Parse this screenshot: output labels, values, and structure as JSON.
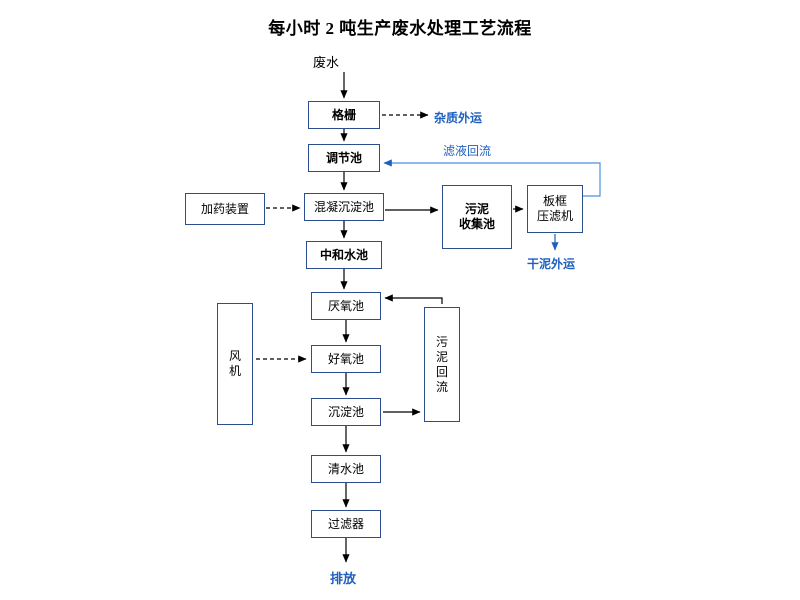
{
  "title": "每小时 2 吨生产废水处理工艺流程",
  "nodes": {
    "inflow": "废水",
    "grid": "格栅",
    "regulating_tank": "调节池",
    "dosing_device": "加药装置",
    "coagulation_sedimentation": "混凝沉淀池",
    "sludge_collection": "污泥\n收集池",
    "plate_filter_press": "板框\n压滤机",
    "neutralization_tank": "中和水池",
    "anaerobic_tank": "厌氧池",
    "blower": "风\n机",
    "aerobic_tank": "好氧池",
    "sludge_return": "污\n泥\n回\n流",
    "sedimentation_tank": "沉淀池",
    "clear_water_tank": "清水池",
    "filter": "过滤器",
    "discharge": "排放"
  },
  "annotations": {
    "impurity_out": "杂质外运",
    "filtrate_return": "滤液回流",
    "dry_sludge_out": "干泥外运"
  },
  "colors": {
    "box_border": "#2b4f8e",
    "accent_blue": "#1f5fbf",
    "arrow_black": "#000000",
    "text": "#000000"
  }
}
